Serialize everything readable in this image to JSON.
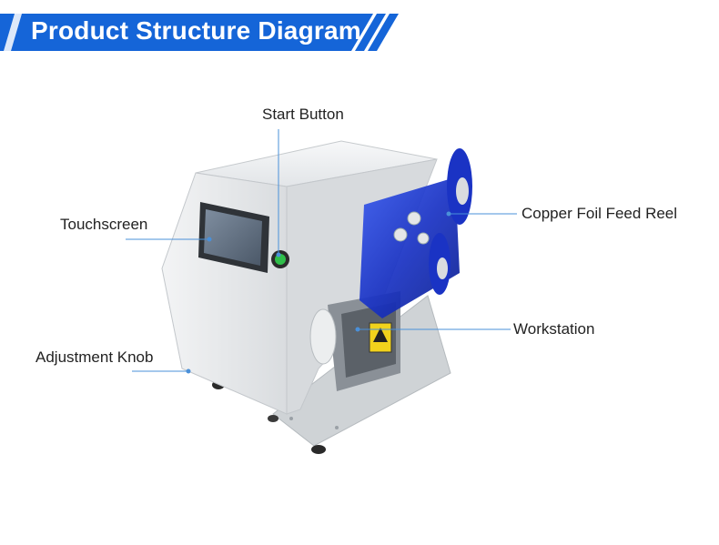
{
  "header": {
    "title": "Product Structure Diagram",
    "accent_color": "#1565d8"
  },
  "callouts": [
    {
      "id": "start-button",
      "label": "Start Button"
    },
    {
      "id": "touchscreen",
      "label": "Touchscreen"
    },
    {
      "id": "copper-foil-feed-reel",
      "label": "Copper Foil Feed Reel"
    },
    {
      "id": "workstation",
      "label": "Workstation"
    },
    {
      "id": "adjustment-knob",
      "label": "Adjustment Knob"
    }
  ],
  "colors": {
    "leader_line": "#4a90d9",
    "machine_body": "#e6e8ea",
    "cover_blue": "#1f3fd0"
  }
}
